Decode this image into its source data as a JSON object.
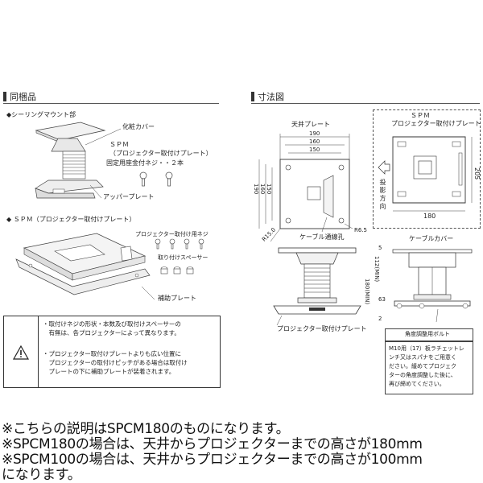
{
  "left_section": {
    "header": "同梱品",
    "ceiling_mount_label": "◆シーリングマウント部",
    "cosmetic_cover": "化粧カバー",
    "spm_title": "ＳＰＭ",
    "spm_sub": "（プロジェクター取付けプレート）",
    "screws_label": "固定用座金付ネジ・・２本",
    "upper_plate": "アッパープレート",
    "spm_section_label": "◆ ＳＰＭ（プロジェクター取付けプレート）",
    "projector_screws": "プロジェクター取付け用ネジ",
    "spacers": "取り付けスペーサー",
    "aux_plate": "補助プレート",
    "notes": [
      "・取付けネジの形状・本数及び取付けスペーサーの",
      "　有無は、各プロジェクターによって異なります。",
      "・プロジェクター取付けプレートよりも広い位置に",
      "　プロジェクターの取付けピッチがある場合は取付け",
      "　プレートの下に補助プレートが装着されます。"
    ]
  },
  "right_section": {
    "header": "寸法図",
    "ceiling_plate": "天井プレート",
    "dim_190": "190",
    "dim_160": "160",
    "dim_150": "150",
    "r15": "R15.0",
    "r6_5": "R6.5",
    "cable_hole": "ケーブル通線孔",
    "spm_title": "ＳＰＭ",
    "spm_sub": "プロジェクター取付けプレート",
    "dim_205": "205",
    "dim_180": "180",
    "projection_dir": "投影方向",
    "cable_cover": "ケーブルカバー",
    "dim_5": "5",
    "dim_112": "112(MIN)",
    "dim_180min": "180(MIN)",
    "dim_63": "63",
    "dim_2": "2",
    "projector_plate": "プロジェクター取付けプレート",
    "angle_bolt": "角度調整用ボルト",
    "bolt_note": [
      "M10用（17）板ラチェットレ",
      "ンチ又はスパナをご用意く",
      "ださい。緩めてプロジェク",
      "ターの角度調整した後に、",
      "再び締めてください。"
    ]
  },
  "footer": [
    "※こちらの説明はSPCM180のものになります。",
    "※SPCM180の場合は、天井からプロジェクターまでの高さが180mm",
    "※SPCM100の場合は、天井からプロジェクターまでの高さが100mm",
    "になります。"
  ]
}
